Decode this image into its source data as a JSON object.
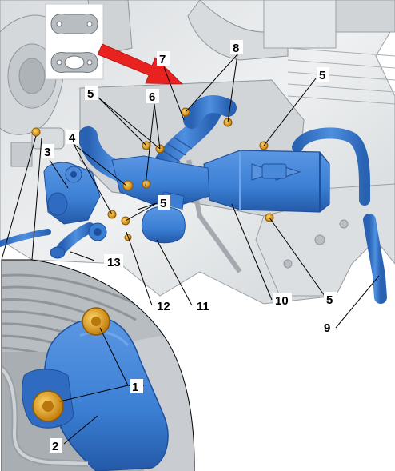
{
  "diagram": {
    "callouts": [
      {
        "id": "c1",
        "text": "1"
      },
      {
        "id": "c2",
        "text": "2"
      },
      {
        "id": "c3",
        "text": "3"
      },
      {
        "id": "c4",
        "text": "4"
      },
      {
        "id": "c5a",
        "text": "5"
      },
      {
        "id": "c5b",
        "text": "5"
      },
      {
        "id": "c5c",
        "text": "5"
      },
      {
        "id": "c5d",
        "text": "5"
      },
      {
        "id": "c6",
        "text": "6"
      },
      {
        "id": "c7",
        "text": "7"
      },
      {
        "id": "c8",
        "text": "8"
      },
      {
        "id": "c9",
        "text": "9"
      },
      {
        "id": "c10",
        "text": "10"
      },
      {
        "id": "c11",
        "text": "11"
      },
      {
        "id": "c12",
        "text": "12"
      },
      {
        "id": "c13",
        "text": "13"
      }
    ],
    "colors": {
      "engine_light": "#e6e8ea",
      "engine_mid": "#c9cdd1",
      "engine_dark": "#8f959b",
      "part_blue": "#3b7fd4",
      "part_blue_dark": "#1f4f9a",
      "bolt_gold": "#e7a21b",
      "arrow_red": "#e8231f",
      "leader": "#000000"
    }
  }
}
